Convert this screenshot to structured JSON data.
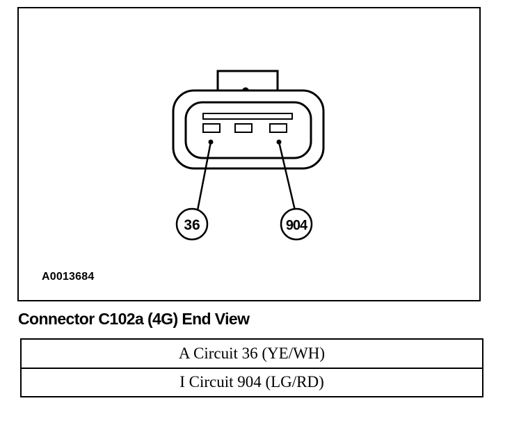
{
  "figure": {
    "id_label": "A0013684",
    "callouts": [
      {
        "label": "36",
        "pin": "left"
      },
      {
        "label": "904",
        "pin": "right"
      }
    ]
  },
  "connector_title": "Connector C102a (4G) End View",
  "circuit_table": {
    "rows": [
      "A Circuit 36 (YE/WH)",
      "I Circuit 904 (LG/RD)"
    ]
  }
}
